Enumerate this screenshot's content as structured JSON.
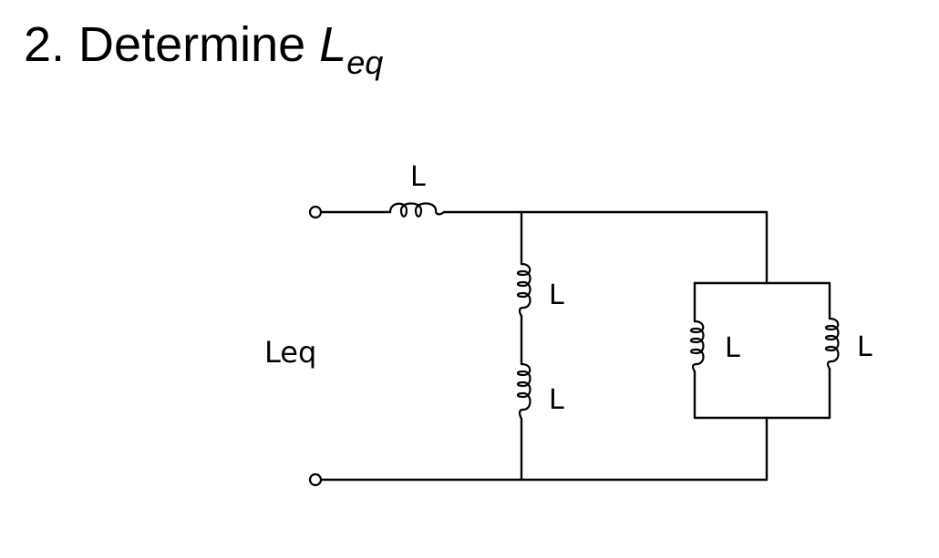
{
  "slide": {
    "title": {
      "prefix": "2. Determine ",
      "variable": "L",
      "subscript": "eq"
    }
  },
  "circuit": {
    "port_label": "Leq",
    "inductors": [
      {
        "id": "series",
        "label": "L"
      },
      {
        "id": "branch-upper",
        "label": "L"
      },
      {
        "id": "branch-lower",
        "label": "L"
      },
      {
        "id": "parallel-left",
        "label": "L"
      },
      {
        "id": "parallel-right",
        "label": "L"
      }
    ],
    "colors": {
      "ink": "#000000",
      "background": "#ffffff"
    }
  }
}
